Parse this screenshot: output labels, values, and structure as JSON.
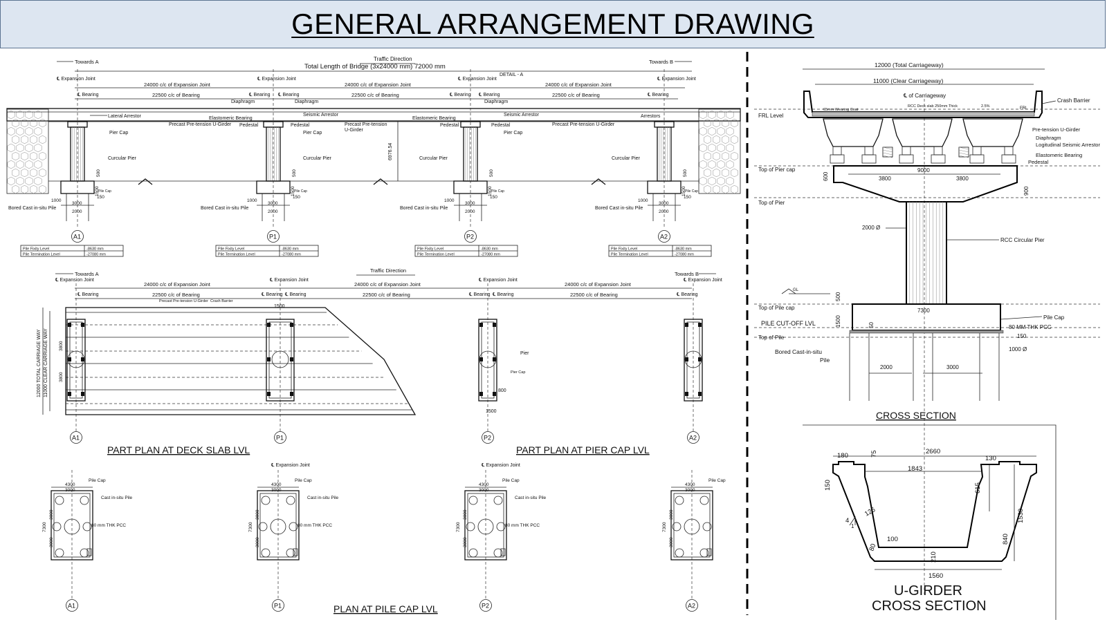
{
  "title": "GENERAL ARRANGEMENT DRAWING",
  "elevation": {
    "traffic_direction": "Traffic Direction",
    "total_length": "Total Length of Bridge (3x24000 mm) 72000 mm",
    "towards_a": "Towards A",
    "towards_b": "Towards B",
    "expansion_joint": "℄ Expansion Joint",
    "expansion_spacing": "24000 c/c of Expansion Joint",
    "bearing": "℄ Bearing",
    "bearing_spacing": "22500 c/c of Bearing",
    "detail_a": "DETAIL - A",
    "lateral_arrestor": "Lateral Arrestor",
    "arrestors": "Arrestors",
    "diaphragm": "Diaphragm",
    "elastomeric_bearing": "Elastomeric Bearing",
    "seismic_arrestor": "Seismic Arrestor",
    "pedestal": "Pedestal",
    "pier_cap": "Pier Cap",
    "circular_pier": "Curcular Pier",
    "precast_girder": "Precast Pre-tension U-Girder",
    "precast_girder_2": "Precast Pre-tension",
    "precast_girder_3": "U-Girder",
    "bored_pile": "Bored Cast in-situ Pile",
    "pile_cap_small": "Pile Cap",
    "height": "6976.54",
    "dims": [
      "1000",
      "3000",
      "2000",
      "1500",
      "500",
      "150"
    ],
    "supports": [
      "A1",
      "P1",
      "P2",
      "A2"
    ],
    "pile_table": [
      [
        "Pile Fixity Level",
        "-8630 mm"
      ],
      [
        "Pile Termination Level",
        "-27080 mm"
      ]
    ]
  },
  "plan": {
    "traffic_direction": "Traffic Direction",
    "towards_a": "Towards A",
    "towards_b": "Towards B",
    "expansion_joint": "℄ Expansion Joint",
    "expansion_spacing": "24000 c/c of Expansion Joint",
    "bearing": "℄ Bearing",
    "bearing_spacing": "22500 c/c of Bearing",
    "bearing_spacing_2": "22500 c/c of Bearing",
    "precast_girder": "Precast Pre-tension U-Girder",
    "crash_barrier": "Crash Barrier",
    "total_carriageway": "12000 TOTAL CARRIAGE WAY",
    "clear_carriageway": "11000 CLEAR CARRIAGE WAY",
    "dim_3800": "3800",
    "dim_1500": "1500",
    "dim_800": "800",
    "pier": "Pier",
    "pier_cap": "Pier Cap",
    "title_deck": "PART PLAN AT DECK SLAB LVL",
    "title_piercap": "PART PLAN AT PIER CAP LVL"
  },
  "pile_plan": {
    "expansion_joint": "℄ Expansion Joint",
    "pile_cap": "Pile Cap",
    "cast_pile": "Cast in-situ Pile",
    "pcc": "80 mm THK PCC",
    "dim_4300": "4300",
    "dim_3000": "3000",
    "dim_7300": "7300",
    "title": "PLAN AT PILE CAP LVL"
  },
  "cross_section": {
    "total_carriageway": "12000 (Total Carriageway)",
    "clear_carriageway": "11000 (Clear Carriageway)",
    "cl_carriageway": "℄ of Carriageway",
    "crash_barrier": "Crash Barrier",
    "frl": "FRL",
    "wearing_coat": "65mm Wearing Coat",
    "deck_slab": "RCC Deck slab 250mm Thick",
    "slope_label": "2.5%",
    "frl_level": "FRL Level",
    "top_pier_cap": "Top of Pier cap",
    "top_pier": "Top of Pier",
    "top_pile_cap": "Top of Pile cap",
    "pile_cutoff": "PILE CUT-OFF LVL",
    "top_pile": "Top of Pile",
    "u_girder": "Pre-tension U-Girder",
    "diaphragm": "Diaphragm",
    "seismic_arrestor": "Logitudinal Seismic Arrestor",
    "elastomeric_bearing": "Elastomeric Bearing",
    "pedestal": "Pedestal",
    "pier_dia": "2000 Ø",
    "rcc_pier": "RCC Circular Pier",
    "gl": "GL",
    "dim_9000": "9000",
    "dim_3800a": "3800",
    "dim_3800b": "3800",
    "dim_600": "600",
    "dim_900": "900",
    "dim_500": "500",
    "dim_1500": "1500",
    "dim_50": "50",
    "dim_7300": "7300",
    "pile_cap": "Pile Cap",
    "pcc": "80 MM THK PCC",
    "dim_150": "150",
    "pile_dia": "1000 Ø",
    "bored_pile": "Bored Cast-in-situ",
    "bored_pile_2": "Pile",
    "dim_2000": "2000",
    "dim_3000": "3000",
    "title": "CROSS SECTION"
  },
  "u_girder": {
    "dim_2660": "2660",
    "dim_180": "180",
    "dim_75": "75",
    "dim_130": "130",
    "dim_1843": "1843",
    "dim_150": "150",
    "dim_615": "615",
    "dim_1530": "1530",
    "dim_126": "126",
    "dim_4": "4",
    "dim_1": "1",
    "dim_100": "100",
    "dim_840": "840",
    "dim_80": "80",
    "dim_210": "210",
    "dim_1560": "1560",
    "title_1": "U-GIRDER",
    "title_2": "CROSS SECTION"
  }
}
